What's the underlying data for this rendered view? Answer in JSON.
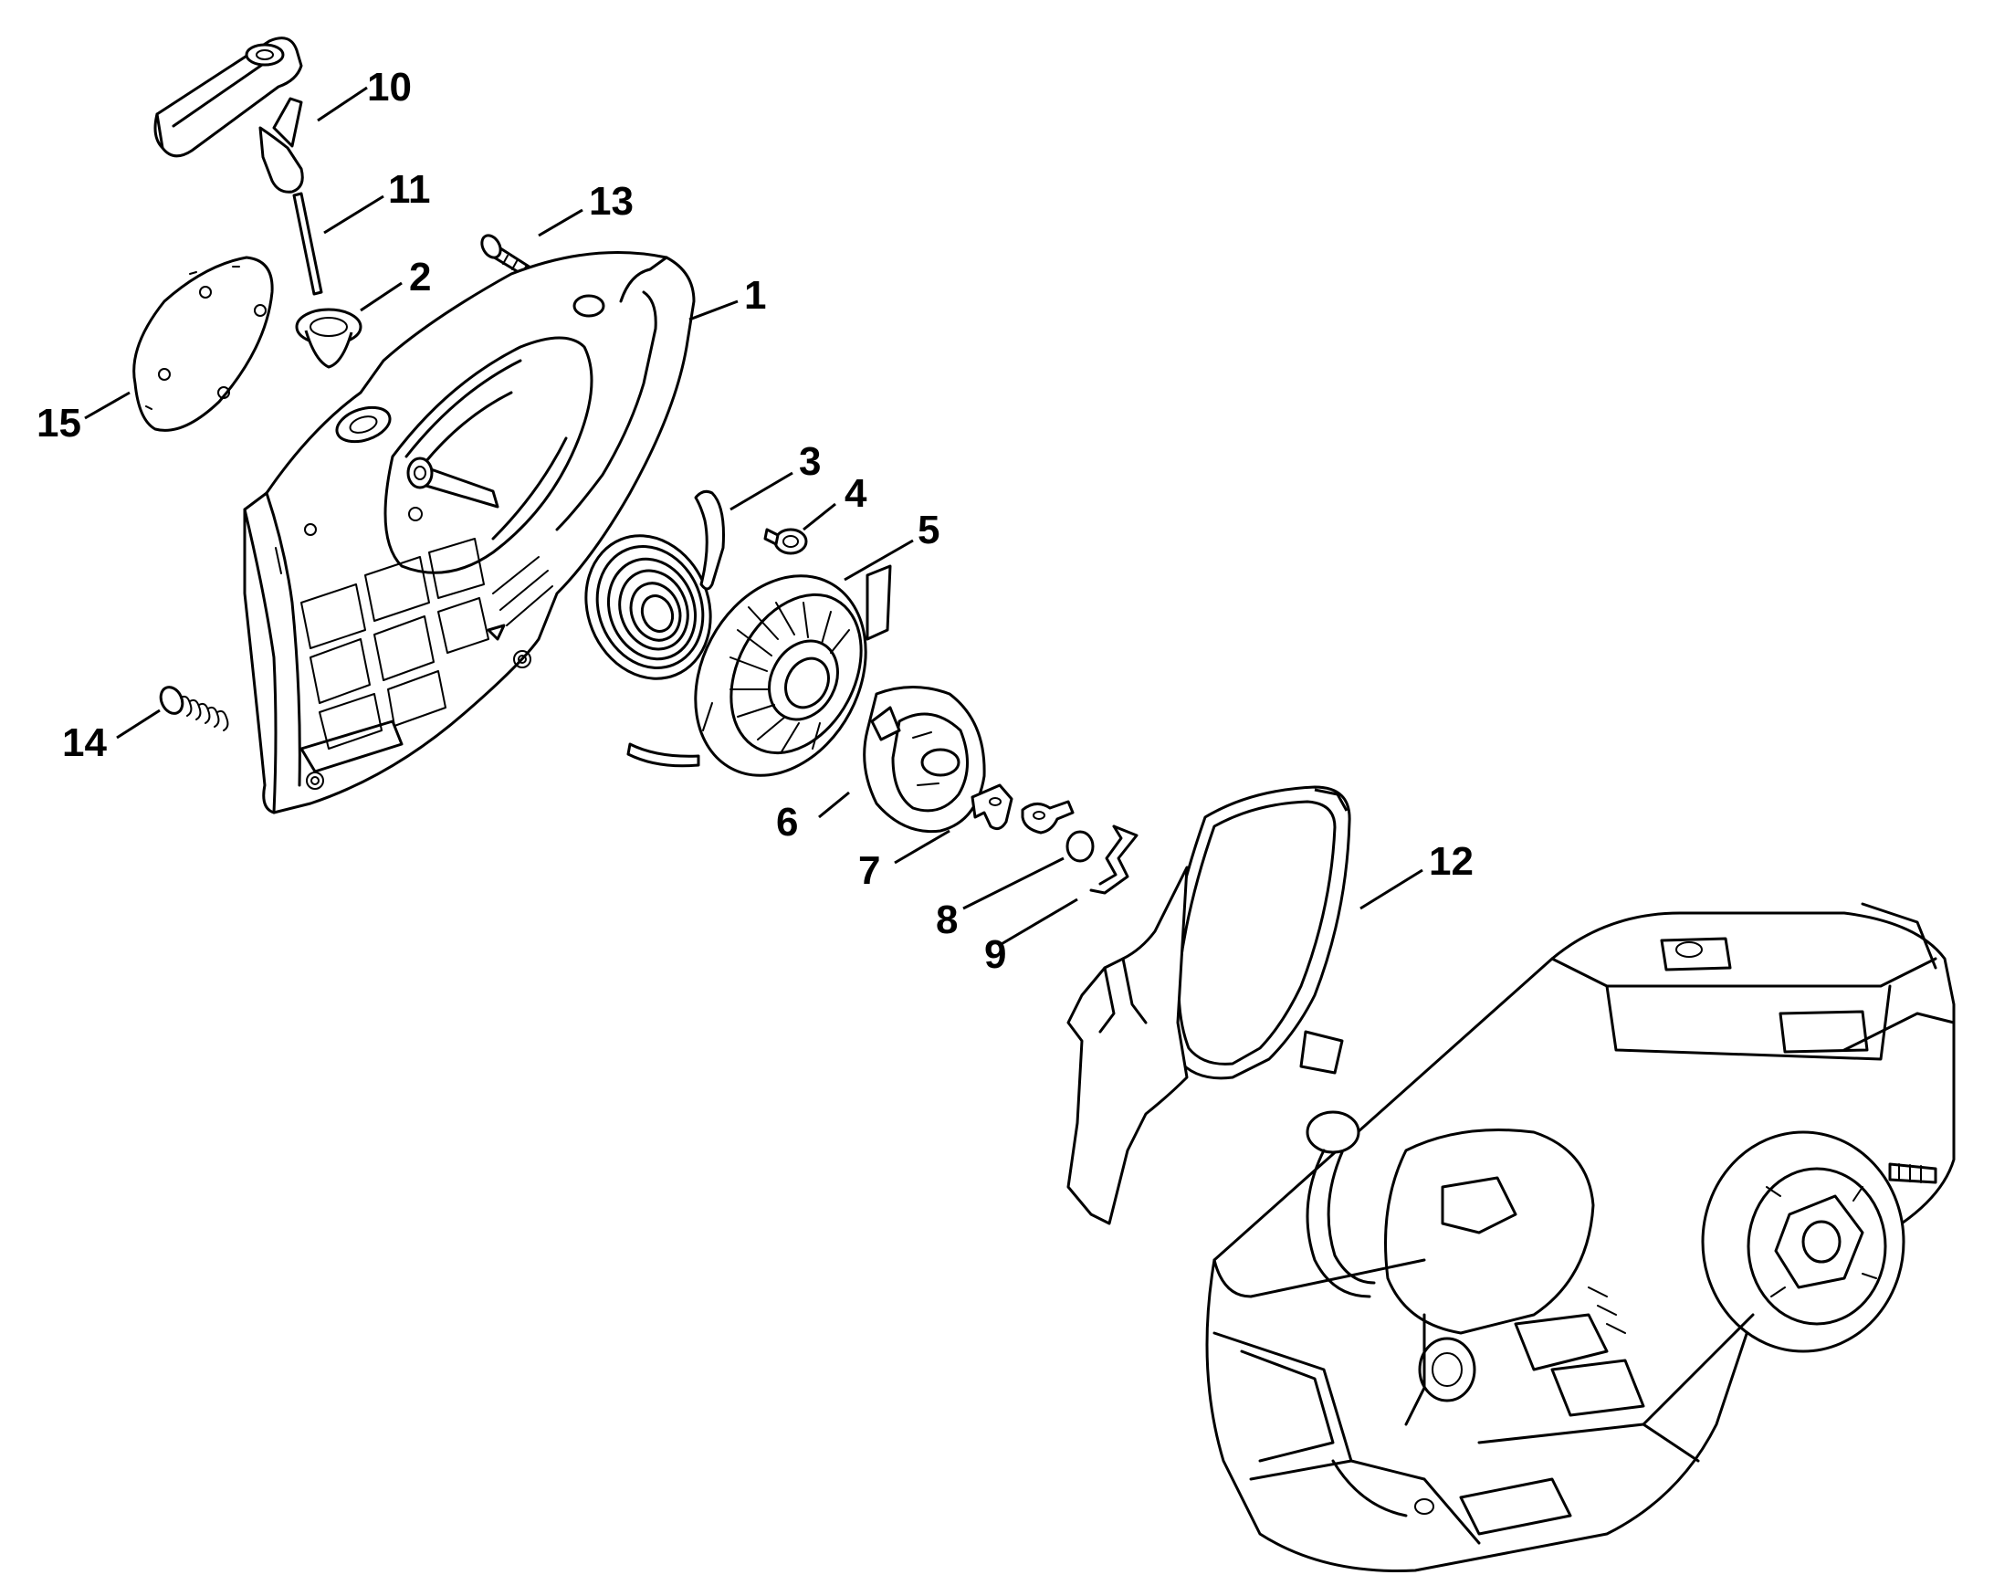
{
  "diagram": {
    "type": "exploded-parts-diagram",
    "callouts": [
      {
        "id": "c1",
        "label": "1"
      },
      {
        "id": "c2",
        "label": "2"
      },
      {
        "id": "c3",
        "label": "3"
      },
      {
        "id": "c4",
        "label": "4"
      },
      {
        "id": "c5",
        "label": "5"
      },
      {
        "id": "c6",
        "label": "6"
      },
      {
        "id": "c7",
        "label": "7"
      },
      {
        "id": "c8",
        "label": "8"
      },
      {
        "id": "c9",
        "label": "9"
      },
      {
        "id": "c10",
        "label": "10"
      },
      {
        "id": "c11",
        "label": "11"
      },
      {
        "id": "c12",
        "label": "12"
      },
      {
        "id": "c13",
        "label": "13"
      },
      {
        "id": "c14",
        "label": "14"
      },
      {
        "id": "c15",
        "label": "15"
      }
    ]
  },
  "colors": {
    "line": "#000000",
    "background": "#ffffff"
  }
}
